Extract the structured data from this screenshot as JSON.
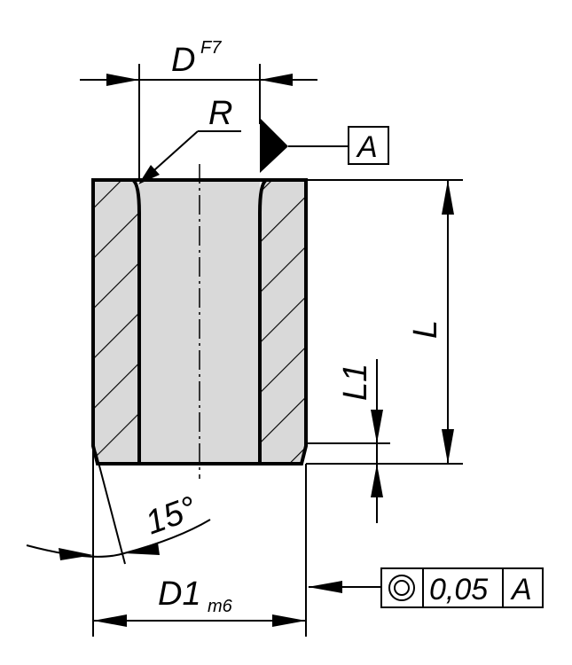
{
  "labels": {
    "bore_diameter": "D",
    "bore_tolerance": "F7",
    "radius": "R",
    "datum": "A",
    "length": "L",
    "step_length": "L1",
    "chamfer_angle": "15°",
    "outer_diameter": "D1",
    "outer_tolerance": "m6"
  },
  "tolerance_frame": {
    "symbol": "concentricity",
    "value": "0,05",
    "datum": "A"
  }
}
